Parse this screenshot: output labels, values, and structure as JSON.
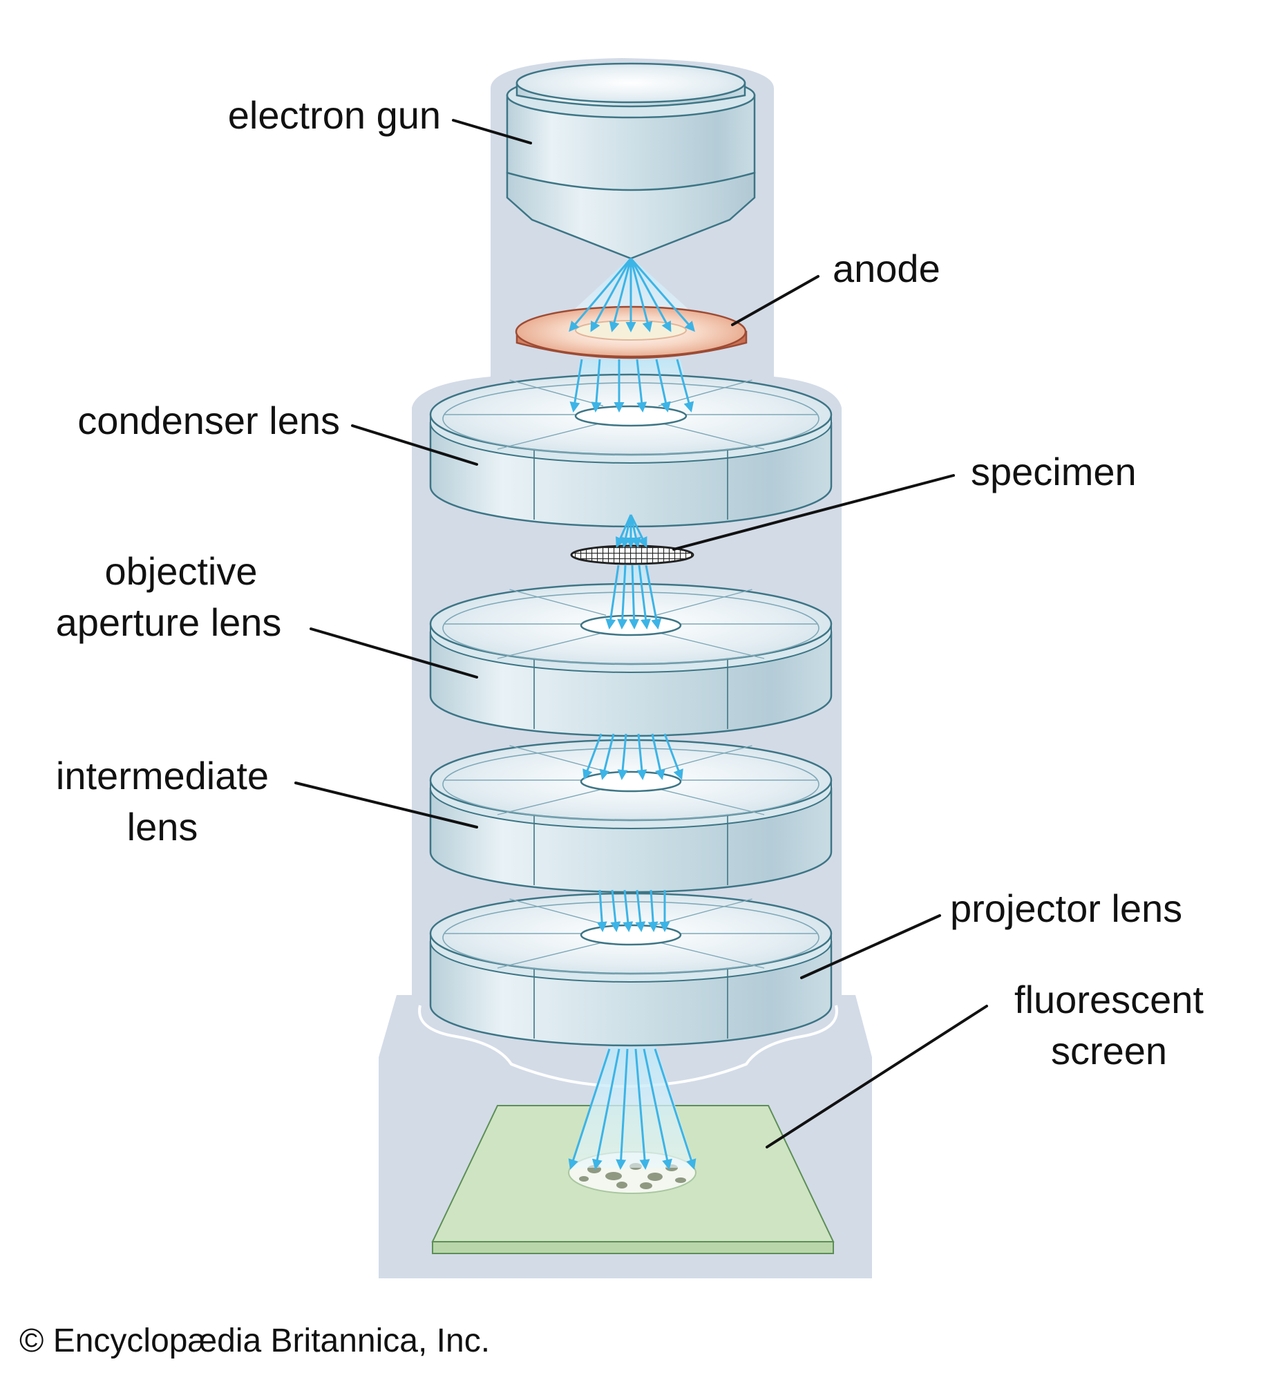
{
  "labels": {
    "electron_gun": "electron gun",
    "anode": "anode",
    "condenser_lens": "condenser lens",
    "specimen": "specimen",
    "objective_line1": "objective",
    "objective_line2": "aperture lens",
    "intermediate_line1": "intermediate",
    "intermediate_line2": "lens",
    "projector_lens": "projector lens",
    "fluorescent_line1": "fluorescent",
    "fluorescent_line2": "screen"
  },
  "credit": "© Encyclopædia Britannica, Inc.",
  "colors": {
    "column": "#d3dbe7",
    "lens_top": "#e4eef3",
    "lens_side": "#c4d9e2",
    "lens_edge": "#3d7585",
    "anode": "#e2997c",
    "anode_edge": "#9d4b34",
    "beam": "#3cb4e6",
    "screen": "#cfe4c3",
    "screen_edge": "#5c8f55"
  },
  "icons": {
    "electron_gun": "electron-gun-icon",
    "anode": "anode-ring-icon",
    "specimen": "specimen-grid-icon",
    "screen": "fluorescent-screen-icon"
  }
}
